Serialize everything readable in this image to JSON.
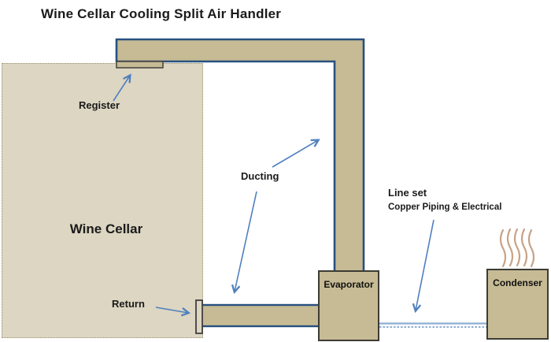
{
  "title": "Wine Cellar Cooling Split Air Handler",
  "diagram": {
    "wine_cellar": {
      "label": "Wine Cellar"
    },
    "register": {
      "label": "Register"
    },
    "ducting": {
      "label": "Ducting"
    },
    "return_vent": {
      "label": "Return"
    },
    "line_set": {
      "label": "Line set",
      "sublabel": "Copper Piping & Electrical"
    },
    "evaporator": {
      "label": "Evaporator"
    },
    "condenser": {
      "label": "Condenser"
    }
  },
  "colors": {
    "background": "#ffffff",
    "room_fill": "#dcd6c2",
    "room_border": "#99936f",
    "duct_fill": "#c6bb94",
    "duct_border": "#27507f",
    "unit_fill": "#c6bb94",
    "unit_border": "#3c3c34",
    "line_set_blue": "#8eadd3",
    "arrow_blue": "#4f7fbf",
    "heat_wave": "#c8a285",
    "text": "#1a1a1a"
  }
}
